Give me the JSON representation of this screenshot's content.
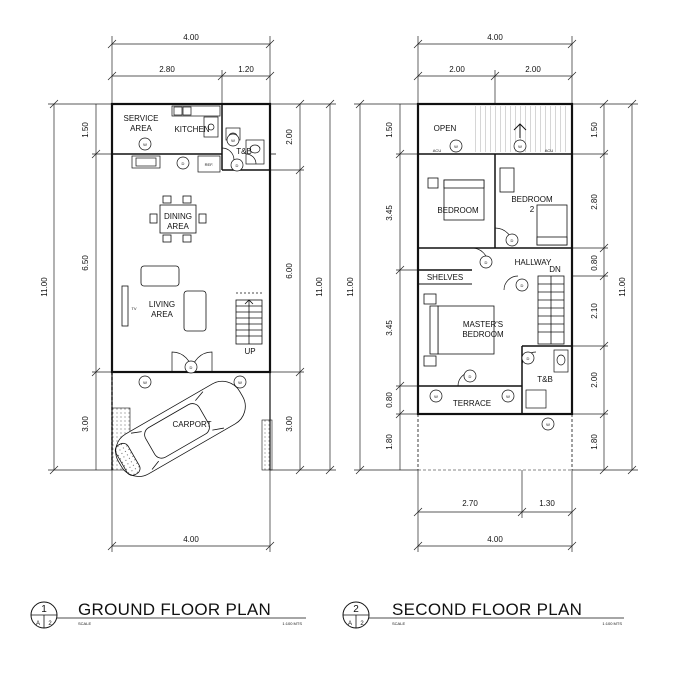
{
  "ground_floor": {
    "title": "GROUND FLOOR PLAN",
    "number": "1",
    "sheet_letter": "A",
    "sheet_number": "2",
    "scale_label": "SCALE",
    "scale_value": "1:100 MTS",
    "top_dims": {
      "overall": "4.00",
      "left": "2.80",
      "right": "1.20"
    },
    "bottom_dim": "4.00",
    "left_dims": {
      "a": "1.50",
      "b": "6.50",
      "c": "3.00",
      "overall": "11.00"
    },
    "right_dims": {
      "a": "2.00",
      "b": "6.00",
      "c": "3.00",
      "overall": "11.00"
    },
    "rooms": {
      "service_area_1": "SERVICE",
      "service_area_2": "AREA",
      "kitchen": "KITCHEN",
      "tb": "T&B",
      "ref": "REF.",
      "dining_1": "DINING",
      "dining_2": "AREA",
      "living_1": "LIVING",
      "living_2": "AREA",
      "tv": "TV",
      "up": "UP",
      "carport": "CARPORT"
    }
  },
  "second_floor": {
    "title": "SECOND FLOOR PLAN",
    "number": "2",
    "sheet_letter": "A",
    "sheet_number": "2",
    "scale_label": "SCALE",
    "scale_value": "1:100 MTS",
    "top_dims": {
      "overall": "4.00",
      "left": "2.00",
      "right": "2.00"
    },
    "bottom_dims": {
      "left": "2.70",
      "right": "1.30",
      "overall": "4.00"
    },
    "left_dims": {
      "a": "1.50",
      "b": "3.45",
      "c": "3.45",
      "d": "0.80",
      "e": "1.80",
      "overall": "11.00"
    },
    "right_dims": {
      "a": "1.50",
      "b": "2.80",
      "c": "0.80",
      "d": "2.10",
      "e": "2.00",
      "f": "1.80",
      "overall": "11.00"
    },
    "rooms": {
      "open": "OPEN",
      "acu1": "ACU",
      "acu2": "ACU",
      "bedroom": "BEDROOM",
      "bedroom2_1": "BEDROOM",
      "bedroom2_2": "2",
      "hallway": "HALLWAY",
      "dn": "DN",
      "shelves": "SHELVES",
      "master_1": "MASTER'S",
      "master_2": "BEDROOM",
      "tb": "T&B",
      "terrace": "TERRACE"
    }
  },
  "symbols": {
    "window": "W",
    "door": "D"
  }
}
